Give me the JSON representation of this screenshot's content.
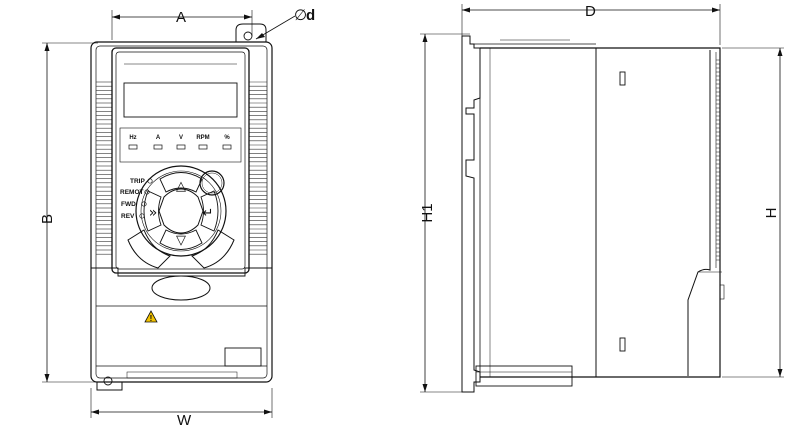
{
  "front_view": {
    "dimensions": {
      "width_top": "A",
      "height": "B",
      "width_bottom": "W",
      "hole_prefix": "∅",
      "hole": "d"
    },
    "indicators": [
      "Hz",
      "A",
      "V",
      "RPM",
      "%"
    ],
    "status_leds": [
      "TRIP",
      "REMOT",
      "FWD",
      "REV"
    ],
    "keys": {
      "up": "△",
      "down": "▽",
      "shift": "»",
      "enter": "↵"
    },
    "warning_symbol": "!"
  },
  "side_view": {
    "dimensions": {
      "depth": "D",
      "height_h1": "H1",
      "height_h": "H"
    }
  }
}
